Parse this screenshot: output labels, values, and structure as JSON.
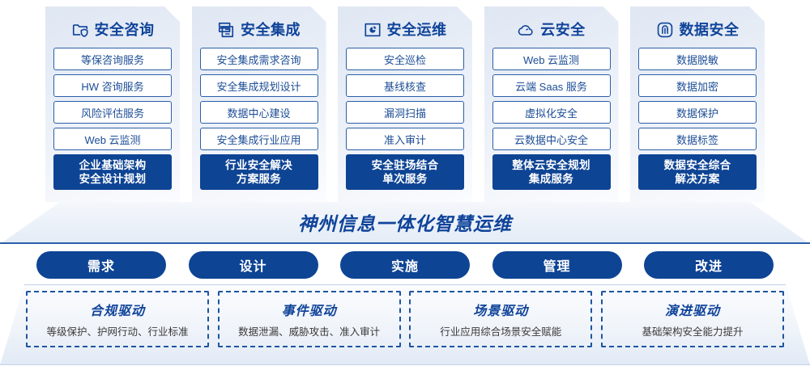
{
  "columns": [
    {
      "icon": "folder-shield-icon",
      "title": "安全咨询",
      "items": [
        "等保咨询服务",
        "HW 咨询服务",
        "风险评估服务",
        "Web 云监测"
      ],
      "footer_line1": "企业基础架构",
      "footer_line2": "安全设计规划"
    },
    {
      "icon": "server-stack-icon",
      "title": "安全集成",
      "items": [
        "安全集成需求咨询",
        "安全集成规划设计",
        "数据中心建设",
        "安全集成行业应用"
      ],
      "footer_line1": "行业安全解决",
      "footer_line2": "方案服务"
    },
    {
      "icon": "monitor-dashboard-icon",
      "title": "安全运维",
      "items": [
        "安全巡检",
        "基线核查",
        "漏洞扫描",
        "准入审计"
      ],
      "footer_line1": "安全驻场结合",
      "footer_line2": "单次服务"
    },
    {
      "icon": "cloud-icon",
      "title": "云安全",
      "items": [
        "Web 云监测",
        "云端 Saas 服务",
        "虚拟化安全",
        "云数据中心安全"
      ],
      "footer_line1": "整体云安全规划",
      "footer_line2": "集成服务"
    },
    {
      "icon": "fingerprint-icon",
      "title": "数据安全",
      "items": [
        "数据脱敏",
        "数据加密",
        "数据保护",
        "数据标签"
      ],
      "footer_line1": "数据安全综合",
      "footer_line2": "解决方案"
    }
  ],
  "banner": {
    "text": "神州信息一体化智慧运维"
  },
  "phases": [
    {
      "label": "需求"
    },
    {
      "label": "设计"
    },
    {
      "label": "实施"
    },
    {
      "label": "管理"
    },
    {
      "label": "改进"
    }
  ],
  "drivers": [
    {
      "title": "合规驱动",
      "desc": "等级保护、护网行动、行业标准"
    },
    {
      "title": "事件驱动",
      "desc": "数据泄漏、威胁攻击、准入审计"
    },
    {
      "title": "场景驱动",
      "desc": "行业应用综合场景安全赋能"
    },
    {
      "title": "演进驱动",
      "desc": "基础架构安全能力提升"
    }
  ],
  "colors": {
    "primary_blue": "#0e4494",
    "title_blue": "#10449a",
    "item_text_blue": "#1c4d96",
    "item_border": "#2a5fa8",
    "dashed_border": "#1e55a0"
  }
}
